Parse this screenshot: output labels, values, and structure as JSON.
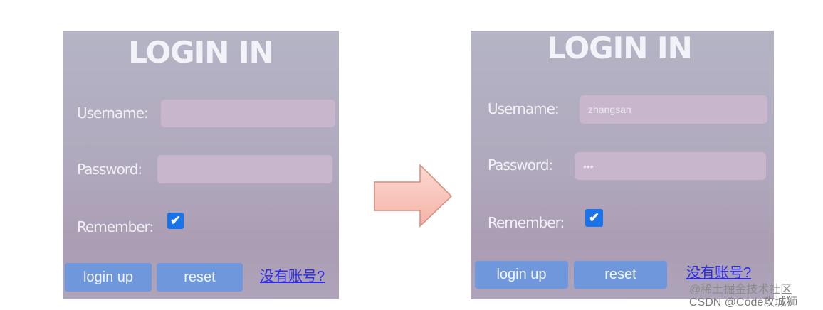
{
  "before": {
    "title": "LOGIN IN",
    "username_label": "Username:",
    "username_value": "",
    "password_label": "Password:",
    "password_value": "",
    "remember_label": "Remember:",
    "remember_checked": true,
    "login_button": "login up",
    "reset_button": "reset",
    "register_link": "没有账号?"
  },
  "after": {
    "title": "LOGIN IN",
    "username_label": "Username:",
    "username_value": "zhangsan",
    "password_label": "Password:",
    "password_value": "•••",
    "remember_label": "Remember:",
    "remember_checked": true,
    "login_button": "login up",
    "reset_button": "reset",
    "register_link": "没有账号?"
  },
  "arrow_icon": "right-arrow-icon",
  "watermark": {
    "primary": "CSDN @Code攻城狮",
    "secondary": "@稀土掘金技术社区"
  },
  "colors": {
    "button": "#6f97dc",
    "input": "#c8b7cc",
    "checkbox": "#1a73e8",
    "link": "#2a2ae8",
    "arrow_fill": "#f8c6bd",
    "arrow_stroke": "#d98a7c"
  }
}
